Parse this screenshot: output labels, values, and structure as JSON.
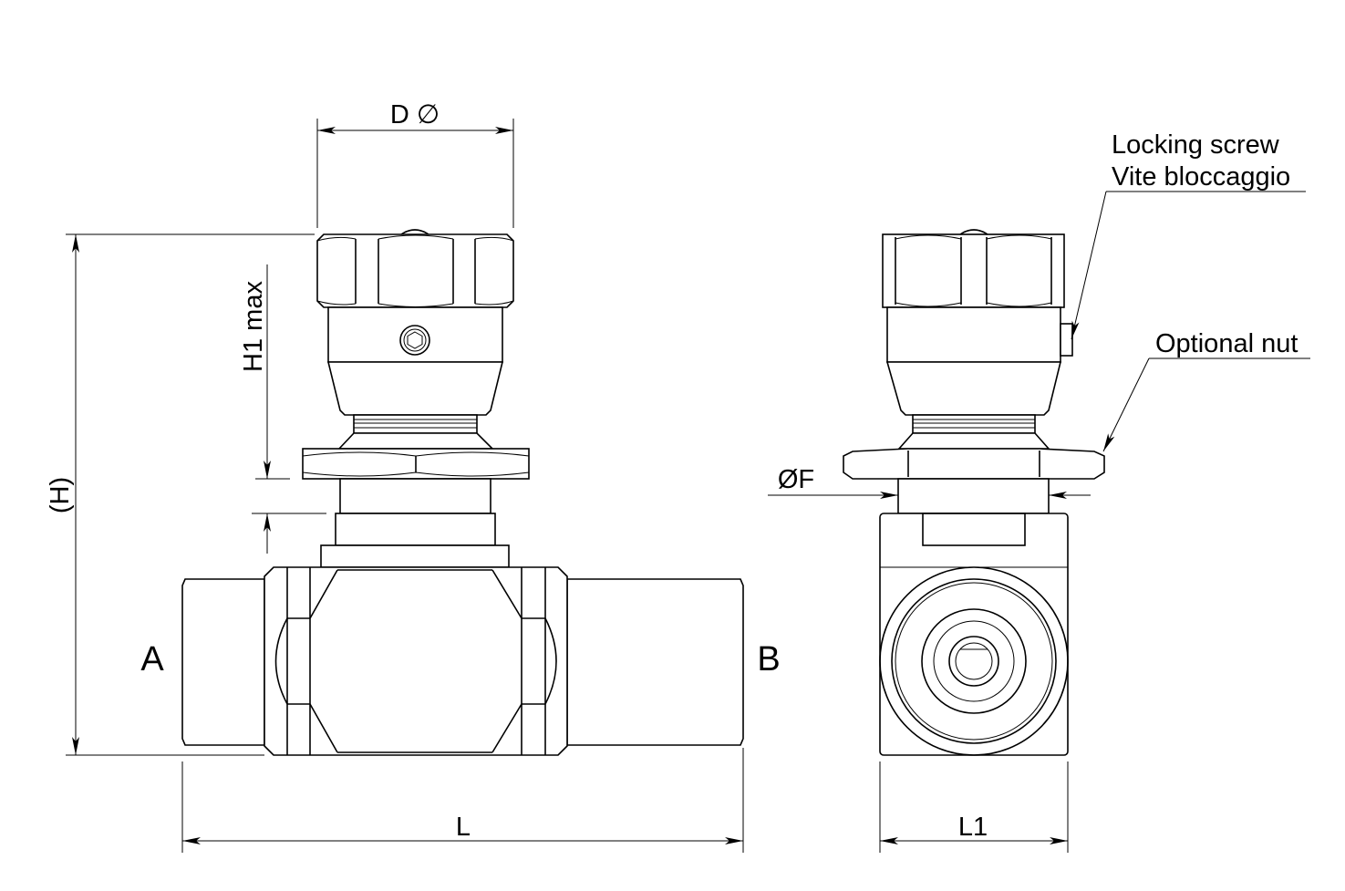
{
  "dimensions": {
    "d": "D ∅",
    "h1": "H1 max",
    "h": "(H)",
    "l": "L",
    "l1": "L1",
    "f": "ØF"
  },
  "ports": {
    "a": "A",
    "b": "B"
  },
  "callouts": {
    "locking_screw_en": "Locking screw",
    "locking_screw_it": "Vite bloccaggio",
    "optional_nut": "Optional nut"
  }
}
